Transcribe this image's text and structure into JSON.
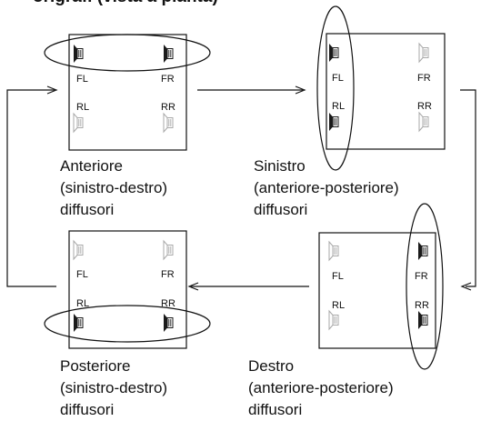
{
  "header": {
    "text": "origrafi (vista a pianta)"
  },
  "speaker_labels": {
    "fl": "FL",
    "fr": "FR",
    "rl": "RL",
    "rr": "RR"
  },
  "panels": [
    {
      "id": "front",
      "highlighted": [
        "fl",
        "fr"
      ],
      "orientation": "horizontal",
      "caption": [
        "Anteriore",
        "(sinistro-destro)",
        "diffusori"
      ]
    },
    {
      "id": "left",
      "highlighted": [
        "fl",
        "rl"
      ],
      "orientation": "vertical",
      "caption": [
        "Sinistro",
        "(anteriore-posteriore)",
        "diffusori"
      ]
    },
    {
      "id": "rear",
      "highlighted": [
        "rl",
        "rr"
      ],
      "orientation": "horizontal",
      "caption": [
        "Posteriore",
        "(sinistro-destro)",
        "diffusori"
      ]
    },
    {
      "id": "right",
      "highlighted": [
        "fr",
        "rr"
      ],
      "orientation": "vertical",
      "caption": [
        "Destro",
        "(anteriore-posteriore)",
        "diffusori"
      ]
    }
  ],
  "colors": {
    "active": "#1a1a1a",
    "inactive": "#a8a8a8",
    "line": "#111111"
  },
  "icons": {
    "speaker": "speaker-icon",
    "arrow": "arrow-icon"
  }
}
